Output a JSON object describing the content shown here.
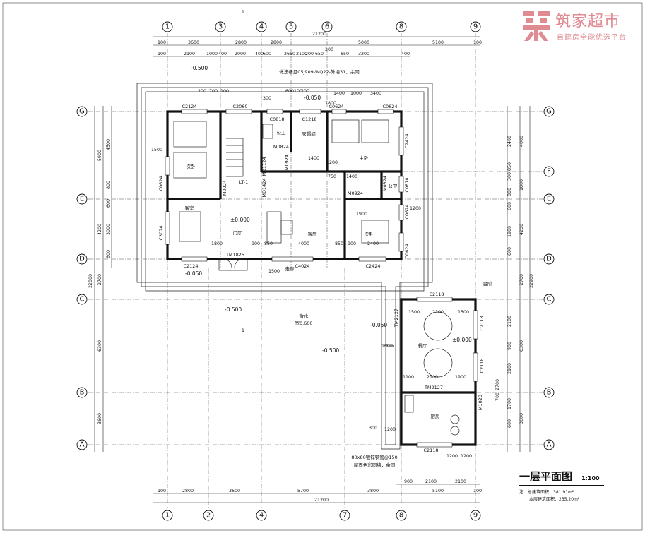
{
  "brand": {
    "name": "筑家超市",
    "slogan": "自建房全能优选平台",
    "colors": {
      "accent": "#e08a92",
      "line": "#111111",
      "paper": "#ffffff"
    }
  },
  "drawing_title": {
    "text": "一层平面图",
    "scale": "1:100"
  },
  "areas": {
    "total_label": "注：总建筑面积：",
    "total_value": "381.91m²",
    "floor_label": "本层建筑面积：",
    "floor_value": "235.20m²"
  },
  "axes": {
    "top": [
      "1",
      "3",
      "4",
      "5",
      "6",
      "8",
      "9"
    ],
    "bottom": [
      "1",
      "2",
      "4",
      "7",
      "8",
      "9"
    ],
    "left": [
      "G",
      "E",
      "D",
      "C",
      "B",
      "A"
    ],
    "right": [
      "G",
      "F",
      "E",
      "D",
      "C",
      "B",
      "A"
    ]
  },
  "dims": {
    "top_total": "21200",
    "top_row1": [
      "100",
      "3600",
      "2800",
      "2800",
      "5000",
      "5100",
      "100"
    ],
    "top_row2": [
      "100",
      "2100",
      "1000",
      "400",
      "2000",
      "400",
      "600",
      "2650",
      "200",
      "650",
      "3200",
      "400"
    ],
    "top_misc": [
      "200",
      "2100",
      "650"
    ],
    "bottom_row": [
      "100",
      "2800",
      "3600",
      "5700",
      "3800",
      "5100",
      "100"
    ],
    "bottom_total": "21200",
    "bottom_sub": [
      "900",
      "2100",
      "2100"
    ],
    "left_outer": [
      "22800",
      "5900",
      "4200",
      "2700",
      "6300",
      "3600"
    ],
    "left_inner": [
      "4500",
      "800",
      "600",
      "3000",
      "600"
    ],
    "right_outer": [
      "4000",
      "1800",
      "4200",
      "2700",
      "22900",
      "6300",
      "3600"
    ],
    "right_inner": [
      "2400",
      "850",
      "300",
      "800",
      "600",
      "1900",
      "600",
      "2100",
      "900",
      "2100",
      "2700",
      "700",
      "1700",
      "600"
    ]
  },
  "rooms": {
    "bedroom_nw": "次卧",
    "stair": "LT-1",
    "bath_n": "公卫",
    "cloak": "衣帽间",
    "master": "主卧",
    "bath_e": "公卫",
    "guest": "客室",
    "foyer": "门厅",
    "living": "客厅",
    "bedroom_se": "次卧",
    "dining": "餐厅",
    "kitchen": "厨房",
    "corridor": "走廊"
  },
  "elevations": {
    "e1": "-0.500",
    "e2": "-0.050",
    "e3": "±0.000",
    "e4": "-0.050",
    "e5": "-0.500",
    "e6": "-0.050",
    "e7": "-0.500",
    "e8": "±0.000"
  },
  "windows": {
    "w1": "C2124",
    "w2": "C2060",
    "w3": "C0818",
    "w4": "C1218",
    "w5": "C0624",
    "w6": "C0624",
    "w7": "C2424",
    "w8": "C0624",
    "w9": "C3024",
    "w10": "C2124",
    "w11": "C4024",
    "w12": "C2424",
    "w13": "C0818",
    "w14": "C0624",
    "w15": "C0624",
    "w16": "C2118",
    "w17": "C2118",
    "w18": "C2118",
    "w19": "C2118"
  },
  "doors": {
    "d1": "M0924",
    "d2": "M0824",
    "d3": "MD1124",
    "d4": "MD1424",
    "d5": "M0924",
    "d6": "M0924",
    "d7": "M0824",
    "d8": "TM1825",
    "d9": "TM2127",
    "d10": "TM2127",
    "d11": "M1023"
  },
  "notes": {
    "n1": "做法参见05J909-WQ22-外墙31，余同",
    "n2": "80x80镀锌钢管@150",
    "n3": "屋面色彩同墙，余同",
    "n4": "散水",
    "n5": "宽0.600",
    "n6": "台阶",
    "section_mark": "1",
    "room_dims": [
      "1500",
      "1800",
      "900",
      "850",
      "4000",
      "850",
      "900",
      "2400",
      "1900",
      "1200",
      "1500",
      "2100",
      "1500",
      "1100",
      "2100",
      "1900",
      "1200",
      "1500",
      "1200",
      "300",
      "1200",
      "1400",
      "1800",
      "3400",
      "1400",
      "200",
      "700",
      "100",
      "300",
      "600",
      "100",
      "200",
      "750",
      "1200",
      "1400",
      "1000",
      "1500",
      "1500"
    ]
  }
}
